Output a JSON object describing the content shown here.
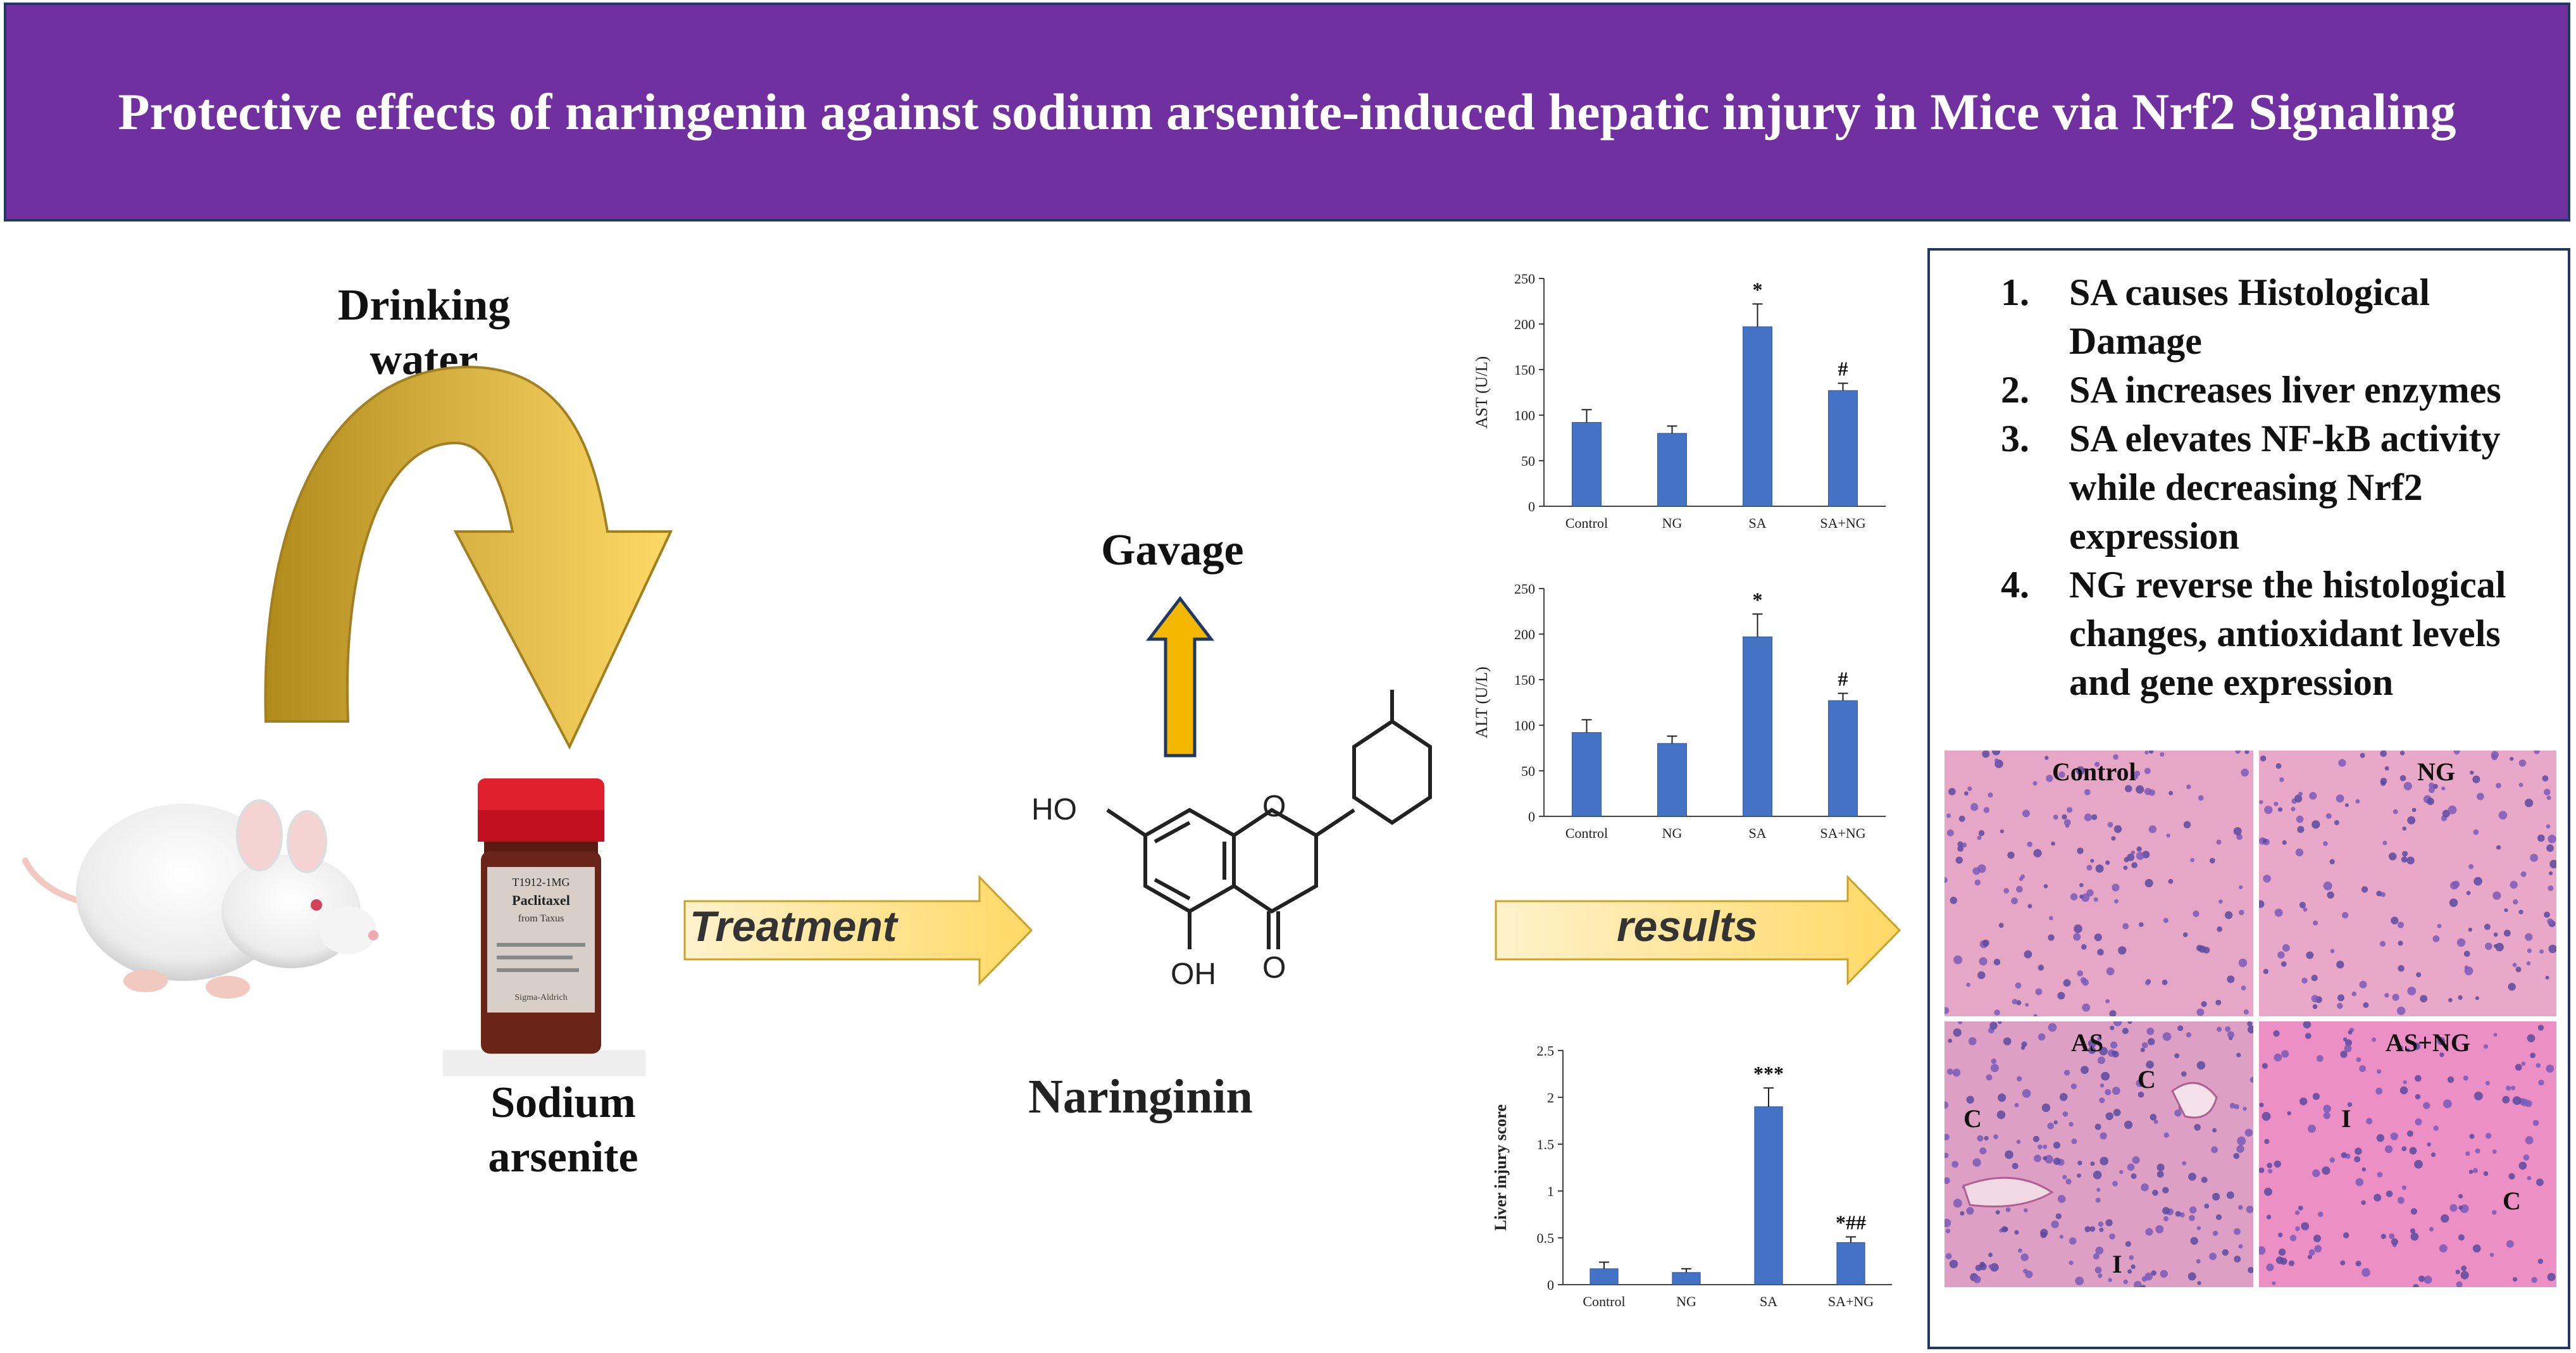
{
  "title": "Protective effects of naringenin against sodium arsenite-induced hepatic injury in Mice via Nrf2 Signaling",
  "left_panel": {
    "drinking_water": [
      "Drinking",
      "water"
    ],
    "sodium_arsenite": [
      "Sodium",
      "arsenite"
    ],
    "bottle_label": [
      "T1912-1MG",
      "Paclitaxel",
      "from Taxus",
      "Sigma-Aldrich"
    ],
    "treatment_label": "Treatment"
  },
  "middle_panel": {
    "gavage_label": "Gavage",
    "compound_name": "Naringinin",
    "atom_labels": {
      "ho": "HO",
      "oh": "OH",
      "o_ring": "O",
      "o_keto": "O"
    },
    "results_label": "results"
  },
  "colors": {
    "banner": "#7030a0",
    "bar_fill": "#4472c4",
    "arrow_fill": "#ffd966",
    "gavage_arrow": "#f5b800",
    "panel_border": "#1f3864"
  },
  "chart_data": [
    {
      "type": "bar",
      "ylabel": "AST (U/L)",
      "categories": [
        "Control",
        "NG",
        "SA",
        "SA+NG"
      ],
      "values": [
        92,
        80,
        197,
        127
      ],
      "errors": [
        14,
        8,
        25,
        8
      ],
      "annotations": [
        "",
        "",
        "*",
        "#"
      ],
      "ylim": [
        0,
        250
      ],
      "yticks": [
        0,
        50,
        100,
        150,
        200,
        250
      ]
    },
    {
      "type": "bar",
      "ylabel": "ALT (U/L)",
      "categories": [
        "Control",
        "NG",
        "SA",
        "SA+NG"
      ],
      "values": [
        92,
        80,
        197,
        127
      ],
      "errors": [
        14,
        8,
        25,
        8
      ],
      "annotations": [
        "",
        "",
        "*",
        "#"
      ],
      "ylim": [
        0,
        250
      ],
      "yticks": [
        0,
        50,
        100,
        150,
        200,
        250
      ]
    },
    {
      "type": "bar",
      "ylabel": "Liver injury score",
      "categories": [
        "Control",
        "NG",
        "SA",
        "SA+NG"
      ],
      "values": [
        0.17,
        0.13,
        1.9,
        0.45
      ],
      "errors": [
        0.07,
        0.04,
        0.2,
        0.06
      ],
      "annotations": [
        "",
        "",
        "***",
        "*##"
      ],
      "ylim": [
        0,
        2.5
      ],
      "yticks": [
        0,
        0.5,
        1,
        1.5,
        2,
        2.5
      ]
    }
  ],
  "findings": [
    {
      "num": "1.",
      "text": "SA causes Histological Damage"
    },
    {
      "num": "2.",
      "text": "SA increases liver enzymes"
    },
    {
      "num": "3.",
      "text": "SA elevates NF-kB activity while decreasing Nrf2 expression"
    },
    {
      "num": "4.",
      "text": "NG reverse the histological changes, antioxidant levels and gene expression"
    }
  ],
  "histology": {
    "panels": [
      {
        "label": "Control"
      },
      {
        "label": "NG"
      },
      {
        "label": "AS"
      },
      {
        "label": "AS+NG"
      }
    ],
    "markers": {
      "c": "C",
      "i": "I"
    }
  }
}
